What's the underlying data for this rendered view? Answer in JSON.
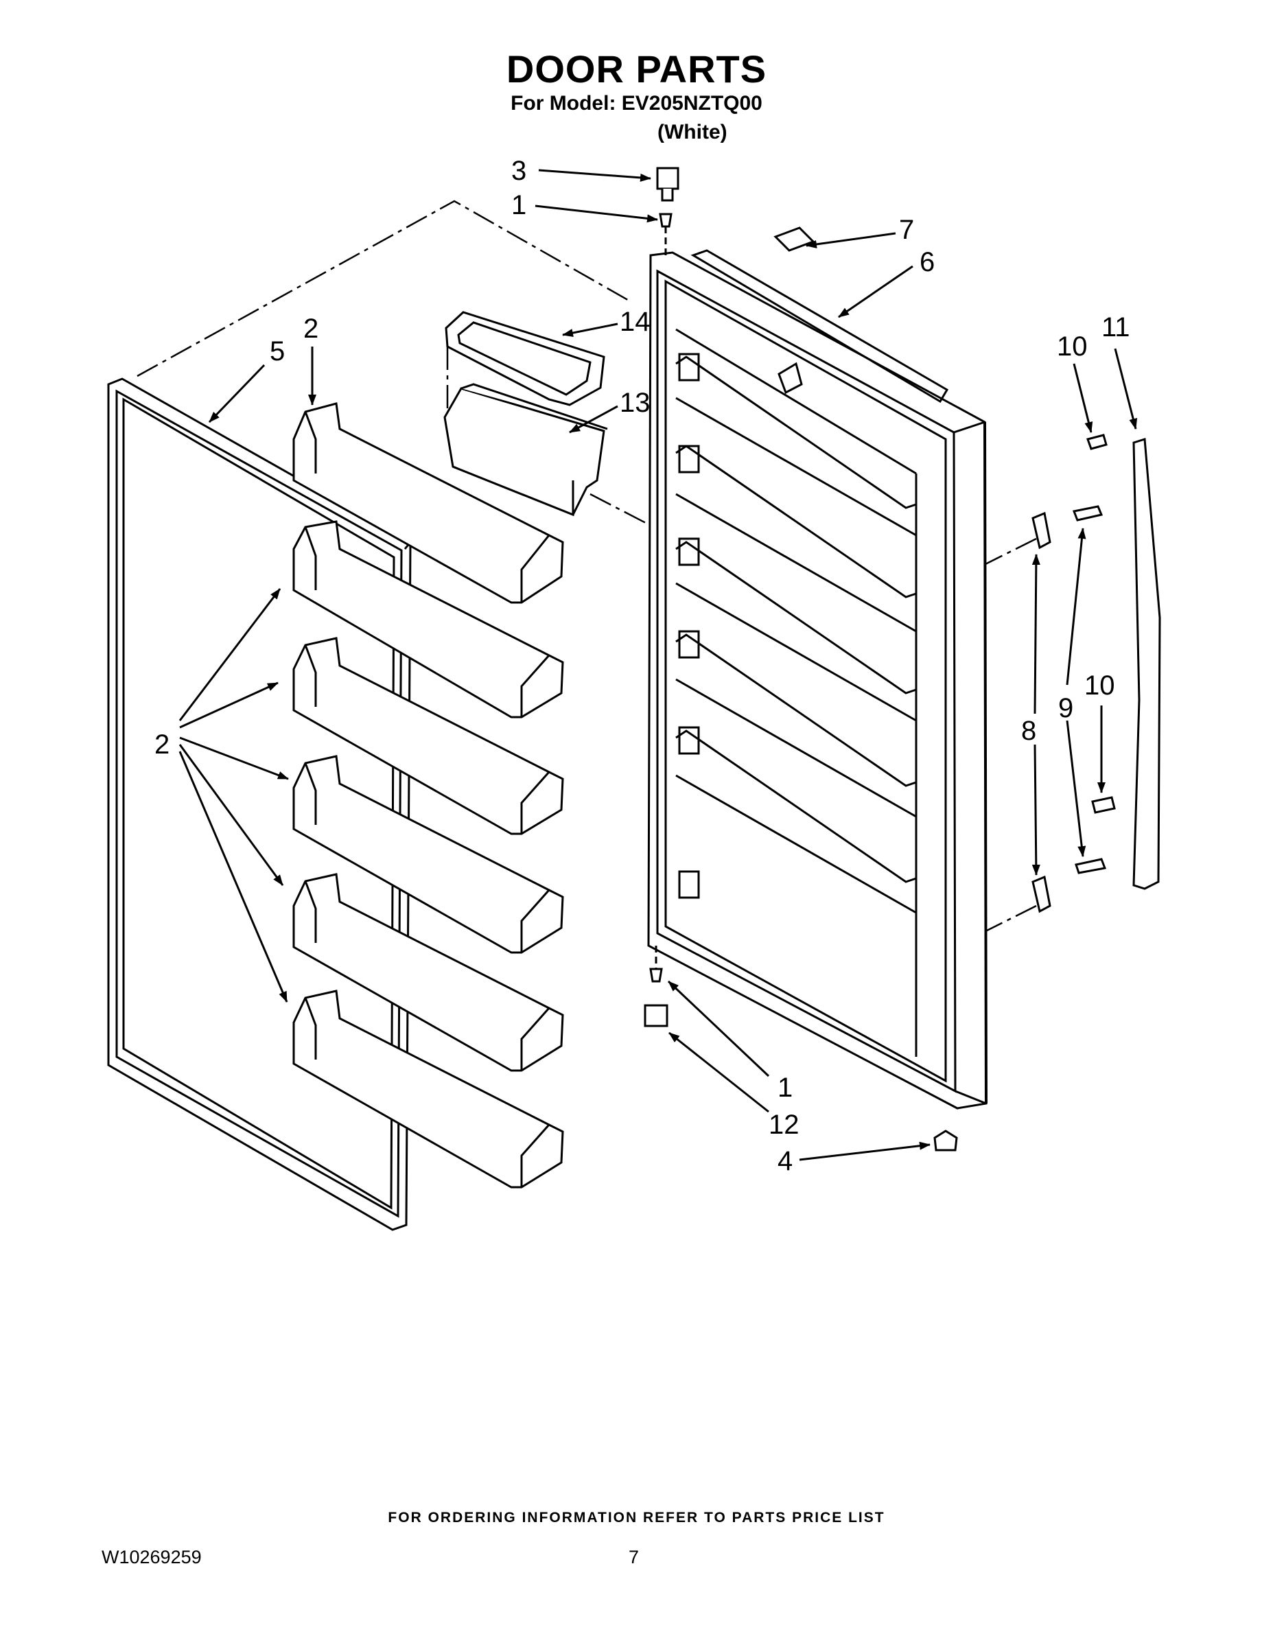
{
  "header": {
    "title": "DOOR PARTS",
    "model_line": "For Model: EV205NZTQ00",
    "color_line": "(White)"
  },
  "callouts": {
    "c3": "3",
    "c1_top": "1",
    "c7": "7",
    "c6": "6",
    "c14": "14",
    "c13": "13",
    "c5": "5",
    "c2_top": "2",
    "c2_group": "2",
    "c10_top": "10",
    "c11": "11",
    "c8": "8",
    "c9": "9",
    "c10_bottom": "10",
    "c1_bottom": "1",
    "c12": "12",
    "c4": "4"
  },
  "footer": {
    "ordering_note": "FOR ORDERING INFORMATION REFER TO PARTS PRICE LIST",
    "document_number": "W10269259",
    "page_number": "7"
  }
}
